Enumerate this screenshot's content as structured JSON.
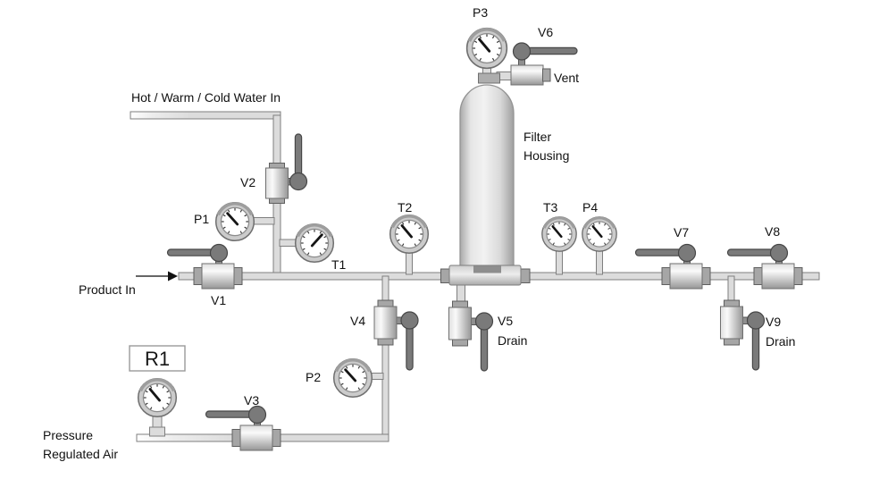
{
  "colors": {
    "background": "#ffffff",
    "pipe_fill": "#dcdcdc",
    "pipe_stroke": "#7f7f7f",
    "valve_body_light": "#fafafa",
    "valve_body_dark": "#969696",
    "valve_cap": "#a6a6a6",
    "handle": "#7a7a7a",
    "gauge_bezel": "#cbcbcb",
    "gauge_face": "#ffffff",
    "needle": "#151515",
    "text": "#111111"
  },
  "diagram": {
    "streams": {
      "water_in": "Hot / Warm / Cold Water In",
      "product_in": "Product In",
      "air_line1": "Pressure",
      "air_line2": "Regulated Air"
    },
    "equipment": {
      "filter_line1": "Filter",
      "filter_line2": "Housing",
      "regulator": "R1"
    },
    "gauges": {
      "p1": "P1",
      "p2": "P2",
      "p3": "P3",
      "p4": "P4",
      "t1": "T1",
      "t2": "T2",
      "t3": "T3"
    },
    "valves": {
      "v1": "V1",
      "v2": "V2",
      "v3": "V3",
      "v4": "V4",
      "v5": "V5",
      "v6": "V6",
      "v7": "V7",
      "v8": "V8",
      "v9": "V9"
    },
    "captions": {
      "v5_drain": "Drain",
      "v9_drain": "Drain",
      "v6_vent": "Vent"
    }
  }
}
